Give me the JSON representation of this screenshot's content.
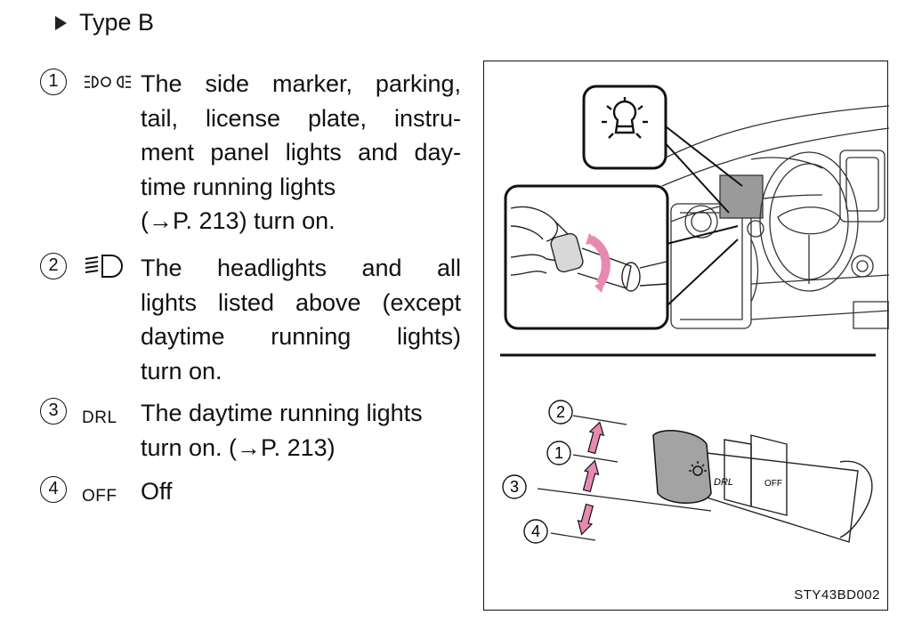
{
  "section": {
    "heading": "Type B"
  },
  "items": [
    {
      "number": "1",
      "icon": "side-marker-lights-icon",
      "lines": [
        "The side marker, parking,",
        "tail, license plate, instru-",
        "ment panel lights and day-",
        "time running lights",
        "(→P. 213) turn on."
      ]
    },
    {
      "number": "2",
      "icon": "headlight-icon",
      "lines": [
        "The headlights and all",
        "lights listed above (except",
        "daytime running lights)",
        "turn on."
      ]
    },
    {
      "number": "3",
      "symbol_text": "DRL",
      "lines": [
        "The daytime running lights",
        "turn on. (→P. 213)"
      ]
    },
    {
      "number": "4",
      "symbol_text": "OFF",
      "lines": [
        "Off"
      ]
    }
  ],
  "figure": {
    "code": "STY43BD002",
    "callouts": [
      "2",
      "1",
      "3",
      "4"
    ],
    "switch_labels": [
      "DRL",
      "OFF"
    ],
    "icon": "light-bulb-icon"
  }
}
